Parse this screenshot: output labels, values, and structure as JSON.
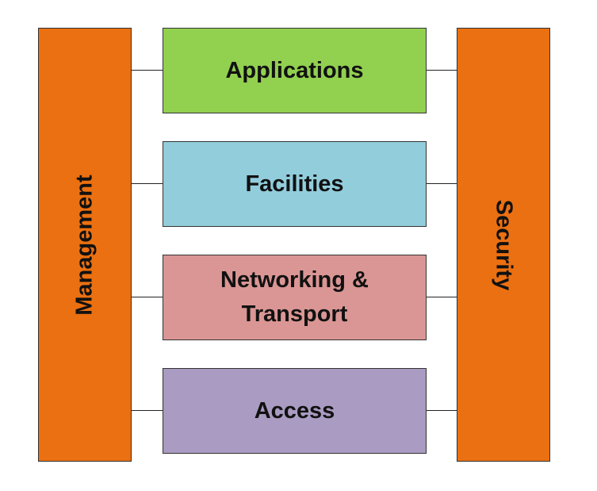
{
  "diagram": {
    "left_bar": {
      "label": "Management",
      "color": "#EB7011"
    },
    "right_bar": {
      "label": "Security",
      "color": "#EB7011"
    },
    "layers": [
      {
        "label": "Applications",
        "color": "#92D050"
      },
      {
        "label": "Facilities",
        "color": "#92CDDC"
      },
      {
        "label": "Networking &\nTransport",
        "color": "#DA9694"
      },
      {
        "label": "Access",
        "color": "#A99BC1"
      }
    ]
  }
}
